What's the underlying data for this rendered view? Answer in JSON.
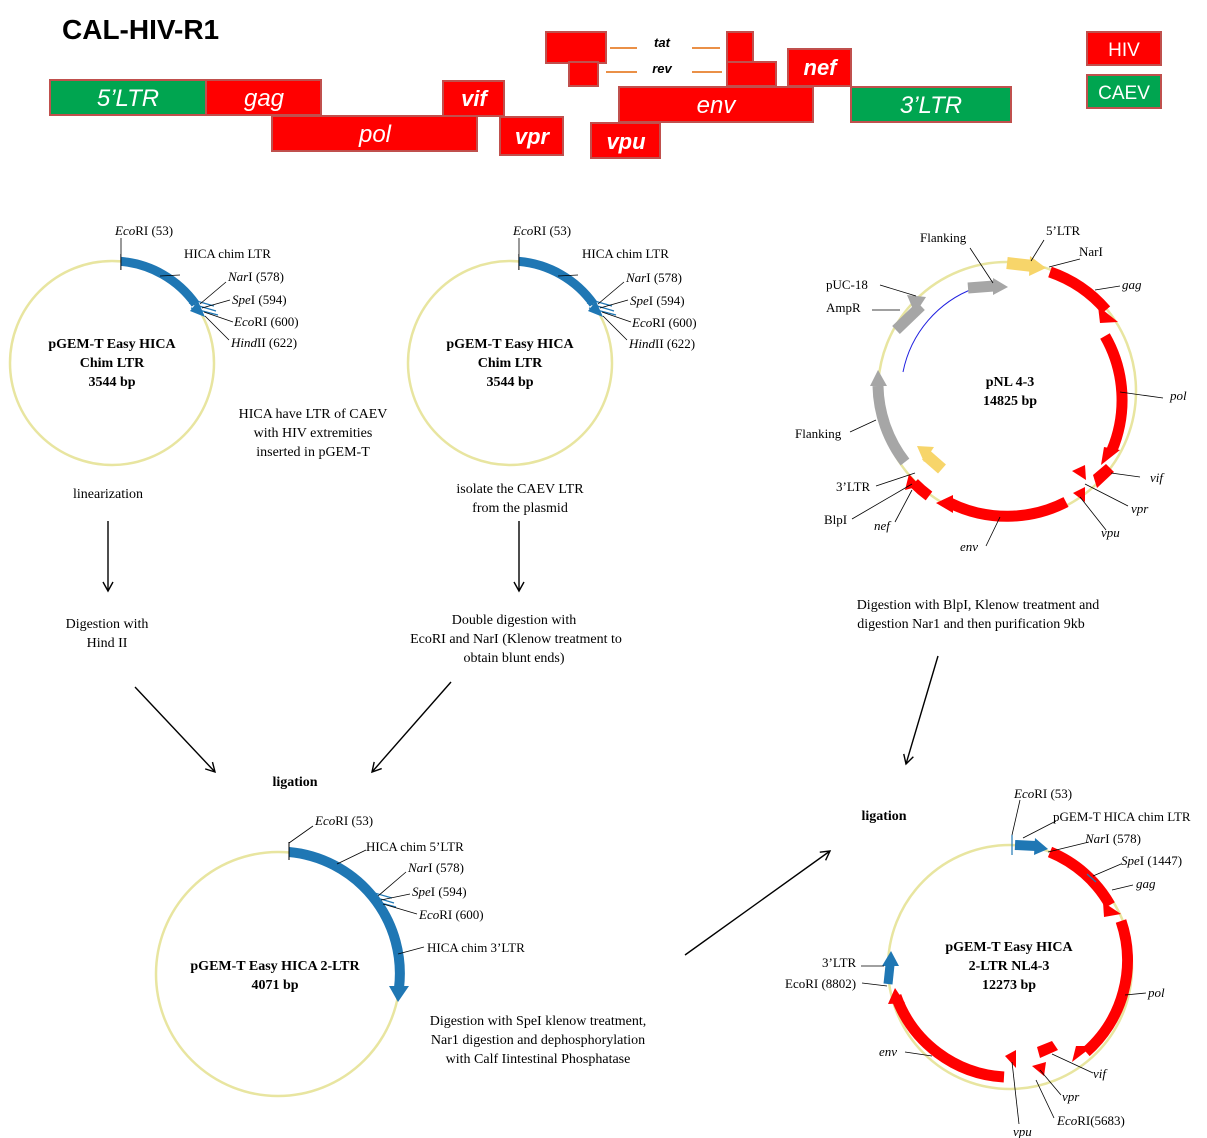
{
  "title": "CAL-HIV-R1",
  "genome": {
    "ltr5": "5’LTR",
    "gag": "gag",
    "pol": "pol",
    "vif": "vif",
    "vpr": "vpr",
    "tat": "tat",
    "rev": "rev",
    "vpu": "vpu",
    "env": "env",
    "nef": "nef",
    "ltr3": "3’LTR"
  },
  "legend": {
    "hiv": "HIV",
    "caev": "CAEV",
    "hiv_color": "#ff0000",
    "caev_color": "#00a550"
  },
  "plasmid_a": {
    "name_line1": "pGEM-T Easy HICA",
    "name_line2": "Chim LTR",
    "size": "3544 bp",
    "ecori_53": "(53)",
    "chim_label": "HICA chim LTR",
    "nari": "(578)",
    "spei": "(594)",
    "ecori_600": "(600)",
    "hindii": "(622)"
  },
  "plasmid_b": {
    "name_line1": "pGEM-T Easy HICA",
    "name_line2": "Chim LTR",
    "size": "3544 bp",
    "ecori_53": "(53)",
    "chim_label": "HICA chim LTR",
    "nari": "(578)",
    "spei": "(594)",
    "ecori_600": "(600)",
    "hindii": "(622)"
  },
  "plasmid_c": {
    "name_line1": "pNL 4-3",
    "size": "14825 bp",
    "ltr5": "5’LTR",
    "nari": "NarI",
    "flanking_top": "Flanking",
    "puc18": "pUC-18",
    "ampr": "AmpR",
    "gag": "gag",
    "pol": "pol",
    "flanking_left": "Flanking",
    "vif": "vif",
    "ltr3": "3’LTR",
    "vpr": "vpr",
    "blpi": "BlpI",
    "nef": "nef",
    "vpu": "vpu",
    "env": "env"
  },
  "plasmid_d": {
    "name_line1": "pGEM-T Easy HICA 2-LTR",
    "size": "4071 bp",
    "ecori_53": "(53)",
    "chim5": "HICA chim 5’LTR",
    "nari": "(578)",
    "spei": "(594)",
    "ecori_600": "(600)",
    "chim3": "HICA chim 3’LTR"
  },
  "plasmid_e": {
    "name_line1": "pGEM-T Easy HICA",
    "name_line2": "2-LTR NL4-3",
    "size": "12273 bp",
    "ecori_53": "(53)",
    "chim": "pGEM-T HICA chim LTR",
    "nari": "(578)",
    "spei": "(1447)",
    "gag": "gag",
    "ltr3": "3’LTR",
    "ecori_8802": "EcoRI (8802)",
    "pol": "pol",
    "env": "env",
    "vif": "vif",
    "vpr": "vpr",
    "ecori_5683": "(5683)",
    "vpu": "vpu"
  },
  "notes": {
    "hica_line1": "HICA have LTR of CAEV",
    "hica_line2": "with HIV extremities",
    "hica_line3": "inserted in pGEM-T",
    "linearization": "linearization",
    "isolate_line1": "isolate the CAEV LTR",
    "isolate_line2": "from the plasmid",
    "hind_line1": "Digestion with",
    "hind_line2": "Hind II",
    "double_line1": "Double digestion with",
    "double_line2": "EcoRI and NarI (Klenow   treatment to",
    "double_line3": "obtain blunt ends)",
    "blpi_line1": "Digestion with BlpI, Klenow treatment and",
    "blpi_line2": "digestion Nar1 and then purification  9kb",
    "ligation1": "ligation",
    "ligation2": "ligation",
    "spei_line1": "Digestion with SpeI klenow treatment,",
    "spei_line2": "Nar1 digestion and dephosphorylation",
    "spei_line3": "with Calf Iintestinal Phosphatase"
  }
}
